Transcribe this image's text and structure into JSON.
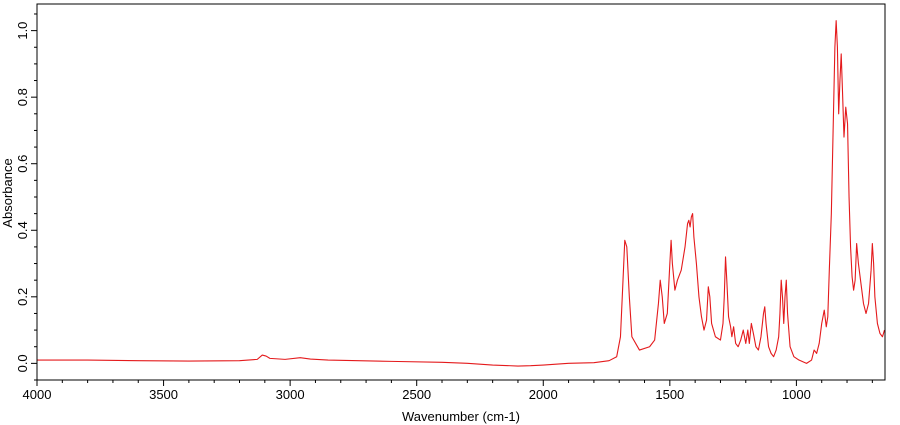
{
  "chart_data": {
    "type": "line",
    "xlabel": "Wavenumber (cm-1)",
    "ylabel": "Absorbance",
    "xlim": [
      4000,
      650
    ],
    "ylim": [
      -0.05,
      1.08
    ],
    "x_reversed": true,
    "grid": false,
    "x_ticks": [
      {
        "value": 4000,
        "label": "4000"
      },
      {
        "value": 3500,
        "label": "3500"
      },
      {
        "value": 3000,
        "label": "3000"
      },
      {
        "value": 2500,
        "label": "2500"
      },
      {
        "value": 2000,
        "label": "2000"
      },
      {
        "value": 1500,
        "label": "1500"
      },
      {
        "value": 1000,
        "label": "1000"
      }
    ],
    "y_ticks": [
      {
        "value": 0.0,
        "label": "0.0"
      },
      {
        "value": 0.2,
        "label": "0.2"
      },
      {
        "value": 0.4,
        "label": "0.4"
      },
      {
        "value": 0.6,
        "label": "0.6"
      },
      {
        "value": 0.8,
        "label": "0.8"
      },
      {
        "value": 1.0,
        "label": "1.0"
      }
    ],
    "series": [
      {
        "color": "#e41a1c",
        "points": [
          [
            4000,
            0.01
          ],
          [
            3800,
            0.01
          ],
          [
            3600,
            0.008
          ],
          [
            3400,
            0.007
          ],
          [
            3200,
            0.008
          ],
          [
            3130,
            0.012
          ],
          [
            3110,
            0.025
          ],
          [
            3095,
            0.022
          ],
          [
            3080,
            0.015
          ],
          [
            3020,
            0.012
          ],
          [
            2960,
            0.017
          ],
          [
            2920,
            0.013
          ],
          [
            2850,
            0.01
          ],
          [
            2600,
            0.006
          ],
          [
            2400,
            0.003
          ],
          [
            2300,
            0.0
          ],
          [
            2200,
            -0.005
          ],
          [
            2100,
            -0.008
          ],
          [
            2050,
            -0.007
          ],
          [
            2000,
            -0.005
          ],
          [
            1900,
            0.0
          ],
          [
            1800,
            0.002
          ],
          [
            1740,
            0.008
          ],
          [
            1710,
            0.02
          ],
          [
            1695,
            0.08
          ],
          [
            1685,
            0.25
          ],
          [
            1678,
            0.37
          ],
          [
            1670,
            0.35
          ],
          [
            1660,
            0.2
          ],
          [
            1650,
            0.08
          ],
          [
            1620,
            0.04
          ],
          [
            1580,
            0.05
          ],
          [
            1560,
            0.07
          ],
          [
            1545,
            0.18
          ],
          [
            1538,
            0.25
          ],
          [
            1530,
            0.2
          ],
          [
            1522,
            0.12
          ],
          [
            1510,
            0.15
          ],
          [
            1500,
            0.3
          ],
          [
            1495,
            0.37
          ],
          [
            1490,
            0.3
          ],
          [
            1480,
            0.22
          ],
          [
            1470,
            0.25
          ],
          [
            1455,
            0.28
          ],
          [
            1440,
            0.35
          ],
          [
            1430,
            0.42
          ],
          [
            1425,
            0.43
          ],
          [
            1420,
            0.41
          ],
          [
            1415,
            0.44
          ],
          [
            1410,
            0.45
          ],
          [
            1405,
            0.38
          ],
          [
            1395,
            0.3
          ],
          [
            1385,
            0.2
          ],
          [
            1375,
            0.14
          ],
          [
            1365,
            0.1
          ],
          [
            1355,
            0.13
          ],
          [
            1348,
            0.23
          ],
          [
            1342,
            0.2
          ],
          [
            1335,
            0.12
          ],
          [
            1320,
            0.08
          ],
          [
            1300,
            0.07
          ],
          [
            1290,
            0.12
          ],
          [
            1285,
            0.2
          ],
          [
            1280,
            0.32
          ],
          [
            1275,
            0.25
          ],
          [
            1268,
            0.14
          ],
          [
            1260,
            0.11
          ],
          [
            1255,
            0.08
          ],
          [
            1248,
            0.11
          ],
          [
            1240,
            0.06
          ],
          [
            1230,
            0.05
          ],
          [
            1220,
            0.07
          ],
          [
            1210,
            0.1
          ],
          [
            1200,
            0.06
          ],
          [
            1192,
            0.1
          ],
          [
            1186,
            0.06
          ],
          [
            1178,
            0.12
          ],
          [
            1170,
            0.09
          ],
          [
            1160,
            0.05
          ],
          [
            1150,
            0.04
          ],
          [
            1140,
            0.08
          ],
          [
            1130,
            0.15
          ],
          [
            1125,
            0.17
          ],
          [
            1120,
            0.12
          ],
          [
            1110,
            0.05
          ],
          [
            1100,
            0.03
          ],
          [
            1090,
            0.02
          ],
          [
            1080,
            0.04
          ],
          [
            1070,
            0.08
          ],
          [
            1065,
            0.15
          ],
          [
            1060,
            0.25
          ],
          [
            1055,
            0.2
          ],
          [
            1050,
            0.12
          ],
          [
            1045,
            0.2
          ],
          [
            1040,
            0.25
          ],
          [
            1035,
            0.15
          ],
          [
            1025,
            0.05
          ],
          [
            1010,
            0.02
          ],
          [
            990,
            0.01
          ],
          [
            960,
            0.0
          ],
          [
            940,
            0.01
          ],
          [
            930,
            0.04
          ],
          [
            920,
            0.03
          ],
          [
            910,
            0.06
          ],
          [
            900,
            0.12
          ],
          [
            890,
            0.16
          ],
          [
            882,
            0.11
          ],
          [
            876,
            0.14
          ],
          [
            870,
            0.28
          ],
          [
            862,
            0.45
          ],
          [
            855,
            0.7
          ],
          [
            848,
            0.95
          ],
          [
            843,
            1.03
          ],
          [
            838,
            0.95
          ],
          [
            833,
            0.75
          ],
          [
            828,
            0.85
          ],
          [
            823,
            0.93
          ],
          [
            818,
            0.82
          ],
          [
            812,
            0.68
          ],
          [
            805,
            0.77
          ],
          [
            798,
            0.72
          ],
          [
            792,
            0.5
          ],
          [
            786,
            0.35
          ],
          [
            780,
            0.26
          ],
          [
            774,
            0.22
          ],
          [
            768,
            0.25
          ],
          [
            762,
            0.36
          ],
          [
            755,
            0.3
          ],
          [
            745,
            0.24
          ],
          [
            735,
            0.18
          ],
          [
            725,
            0.15
          ],
          [
            715,
            0.18
          ],
          [
            705,
            0.28
          ],
          [
            700,
            0.36
          ],
          [
            695,
            0.3
          ],
          [
            690,
            0.2
          ],
          [
            680,
            0.12
          ],
          [
            670,
            0.09
          ],
          [
            660,
            0.08
          ],
          [
            652,
            0.1
          ]
        ]
      }
    ]
  }
}
